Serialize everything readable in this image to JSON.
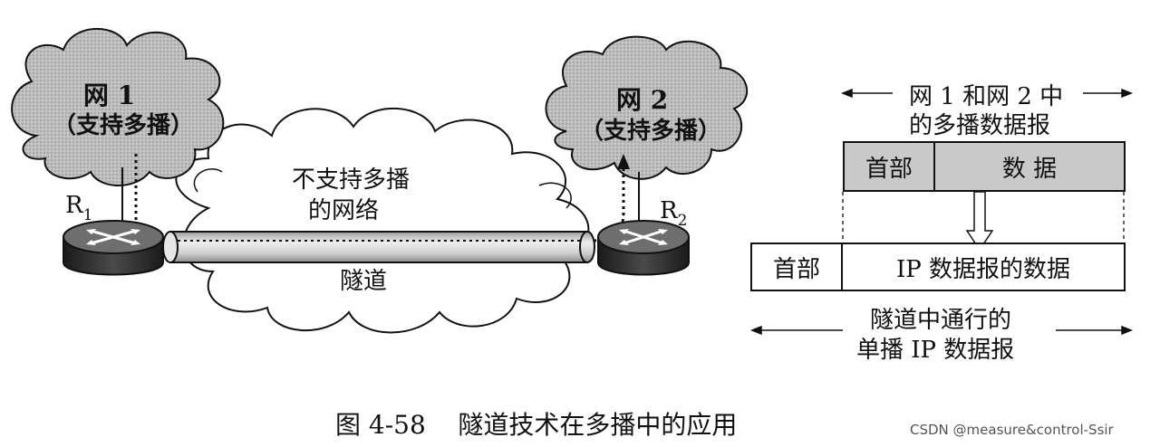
{
  "diagram": {
    "net1": {
      "name": "网 1",
      "support": "（支持多播）"
    },
    "net2": {
      "name": "网 2",
      "support": "（支持多播）"
    },
    "middle_net": {
      "line1": "不支持多播",
      "line2": "的网络"
    },
    "router1": {
      "label": "R",
      "sub": "1"
    },
    "router2": {
      "label": "R",
      "sub": "2"
    },
    "tunnel_label": "隧道",
    "multicast_datagram_caption": {
      "line1": "网 1 和网 2 中",
      "line2": "的多播数据报"
    },
    "datagram_header": "首部",
    "datagram_data": "数 据",
    "unicast_header": "首部",
    "unicast_data": "IP 数据报的数据",
    "unicast_caption": {
      "line1": "隧道中通行的",
      "line2": "单播 IP 数据报"
    },
    "figure_caption": "图 4-58    隧道技术在多播中的应用"
  },
  "watermark": "CSDN @measure&control-Ssir",
  "colors": {
    "shaded_fill": "#c9c9c9",
    "router_dark": "#2b2b2b",
    "tunnel": "#d9d9d9"
  }
}
